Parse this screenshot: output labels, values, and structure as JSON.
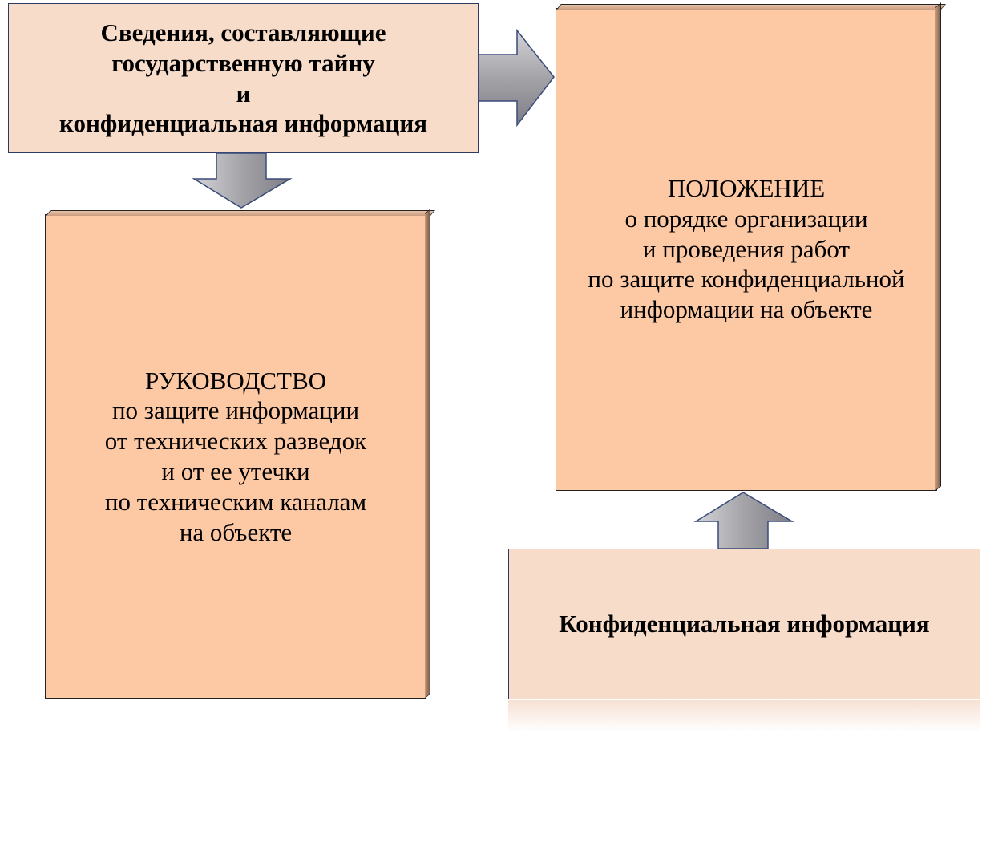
{
  "boxes": {
    "top_left": {
      "lines": [
        "Сведения, составляющие",
        "государственную тайну",
        "и",
        "конфиденциальная информация"
      ]
    },
    "left_doc": {
      "lines": [
        "РУКОВОДСТВО",
        "по защите информации",
        "от технических разведок",
        "и от ее утечки",
        "по техническим каналам",
        "на объекте"
      ]
    },
    "right_doc": {
      "lines": [
        "ПОЛОЖЕНИЕ",
        "о порядке организации",
        "и проведения работ",
        "по защите конфиденциальной",
        "информации на объекте"
      ]
    },
    "bottom_right": {
      "lines": [
        "Конфиденциальная информация"
      ]
    }
  },
  "colors": {
    "light_box": "#f7dcca",
    "dark_box": "#fdc8a4",
    "arrow_fill": "#a9a9ad",
    "arrow_stroke": "#3a4a7a"
  }
}
